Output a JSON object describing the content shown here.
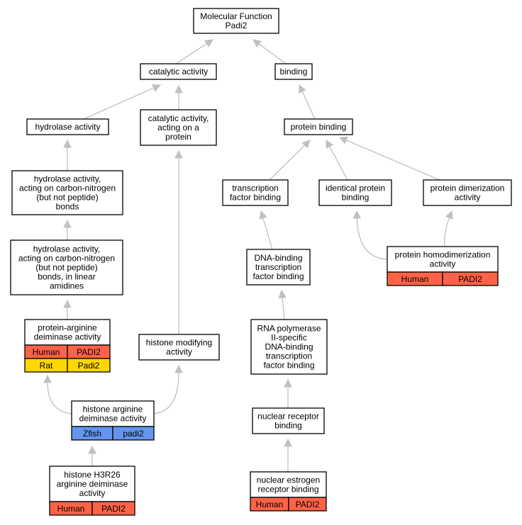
{
  "colors": {
    "human": "#ff6347",
    "rat": "#ffd700",
    "zfish": "#6495ed",
    "edge": "#c0c0c0"
  },
  "nodes": {
    "root": [
      "Molecular Function",
      "Padi2"
    ],
    "catalytic": [
      "catalytic activity"
    ],
    "binding": [
      "binding"
    ],
    "hydrolase": [
      "hydrolase activity"
    ],
    "cat_protein": [
      "catalytic activity,",
      "acting on a",
      "protein"
    ],
    "protein_binding": [
      "protein binding"
    ],
    "hydro_cn": [
      "hydrolase activity,",
      "acting on carbon-nitrogen",
      "(but not peptide)",
      "bonds"
    ],
    "tf_binding": [
      "transcription",
      "factor binding"
    ],
    "identical": [
      "identical protein",
      "binding"
    ],
    "dimer": [
      "protein dimerization",
      "activity"
    ],
    "hydro_cn_lin": [
      "hydrolase activity,",
      "acting on carbon-nitrogen",
      "(but not peptide)",
      "bonds, in linear",
      "amidines"
    ],
    "dna_tf": [
      "DNA-binding",
      "transcription",
      "factor binding"
    ],
    "homodimer": [
      "protein homodimerization",
      "activity"
    ],
    "pad": [
      "protein-arginine",
      "deiminase activity"
    ],
    "histone_mod": [
      "histone modifying",
      "activity"
    ],
    "rnapol": [
      "RNA polymerase",
      "II-specific",
      "DNA-binding",
      "transcription",
      "factor binding"
    ],
    "histone_arg": [
      "histone arginine",
      "deiminase activity"
    ],
    "nuc_rec": [
      "nuclear receptor",
      "binding"
    ],
    "h3r26": [
      "histone H3R26",
      "arginine deiminase",
      "activity"
    ],
    "estrogen": [
      "nuclear estrogen",
      "receptor binding"
    ]
  },
  "annotations": {
    "pad": [
      [
        "Human",
        "PADI2"
      ],
      [
        "Rat",
        "Padi2"
      ]
    ],
    "homodimer": [
      [
        "Human",
        "PADI2"
      ]
    ],
    "histone_arg": [
      [
        "Zfish",
        "padi2"
      ]
    ],
    "h3r26": [
      [
        "Human",
        "PADI2"
      ]
    ],
    "estrogen": [
      [
        "Human",
        "PADI2"
      ]
    ]
  }
}
